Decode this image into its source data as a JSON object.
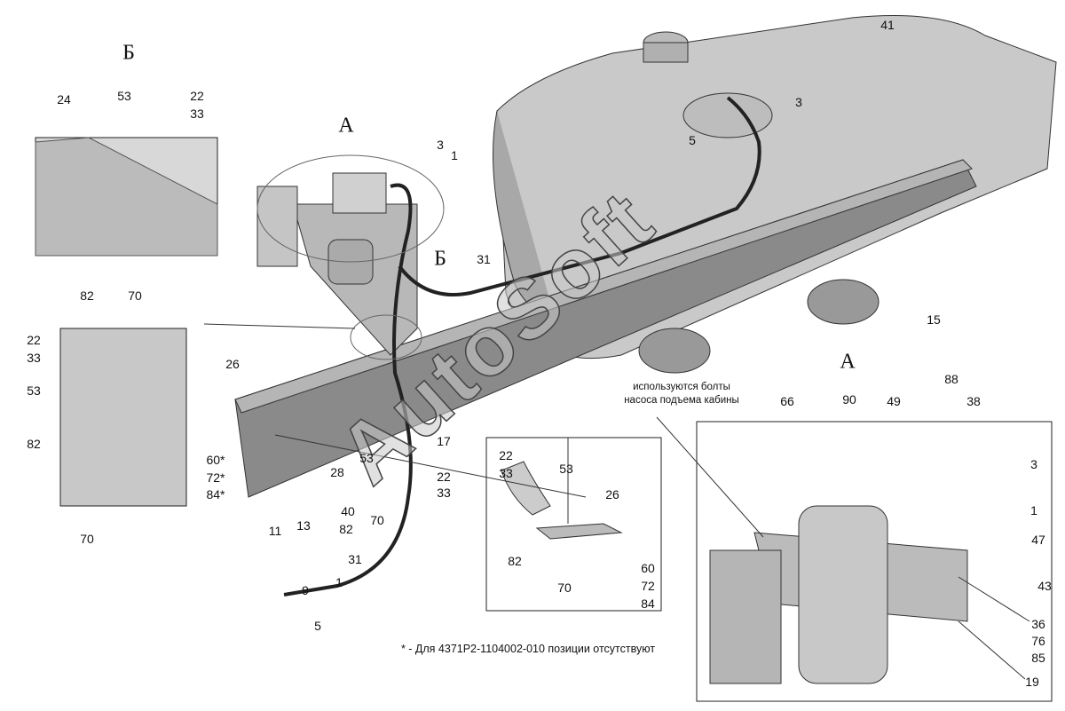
{
  "insets": {
    "b_title": "Б",
    "a_title": "А",
    "main_a_title": "А",
    "main_b_title": "Б"
  },
  "callouts": [
    {
      "id": "b-24",
      "text": "24"
    },
    {
      "id": "b-53",
      "text": "53"
    },
    {
      "id": "b-22",
      "text": "22"
    },
    {
      "id": "b-33",
      "text": "33"
    },
    {
      "id": "b-82",
      "text": "82"
    },
    {
      "id": "b-70",
      "text": "70"
    },
    {
      "id": "l-22",
      "text": "22"
    },
    {
      "id": "l-33",
      "text": "33"
    },
    {
      "id": "l-53",
      "text": "53"
    },
    {
      "id": "l-26",
      "text": "26"
    },
    {
      "id": "l-82",
      "text": "82"
    },
    {
      "id": "l-60",
      "text": "60*"
    },
    {
      "id": "l-72",
      "text": "72*"
    },
    {
      "id": "l-84",
      "text": "84*"
    },
    {
      "id": "l-70",
      "text": "70"
    },
    {
      "id": "m-3",
      "text": "3"
    },
    {
      "id": "m-1",
      "text": "1"
    },
    {
      "id": "m-31",
      "text": "31"
    },
    {
      "id": "m-41",
      "text": "41"
    },
    {
      "id": "m-3b",
      "text": "3"
    },
    {
      "id": "m-5",
      "text": "5"
    },
    {
      "id": "m-15",
      "text": "15"
    },
    {
      "id": "m-17",
      "text": "17"
    },
    {
      "id": "m-28",
      "text": "28"
    },
    {
      "id": "m-53",
      "text": "53"
    },
    {
      "id": "m-22",
      "text": "22"
    },
    {
      "id": "m-33",
      "text": "33"
    },
    {
      "id": "m-40",
      "text": "40"
    },
    {
      "id": "m-82",
      "text": "82"
    },
    {
      "id": "m-70",
      "text": "70"
    },
    {
      "id": "m-13",
      "text": "13"
    },
    {
      "id": "m-11",
      "text": "11"
    },
    {
      "id": "m-9",
      "text": "9"
    },
    {
      "id": "m-1b",
      "text": "1"
    },
    {
      "id": "m-31b",
      "text": "31"
    },
    {
      "id": "m-5b",
      "text": "5"
    },
    {
      "id": "c-22",
      "text": "22"
    },
    {
      "id": "c-33",
      "text": "33"
    },
    {
      "id": "c-53",
      "text": "53"
    },
    {
      "id": "c-26",
      "text": "26"
    },
    {
      "id": "c-82",
      "text": "82"
    },
    {
      "id": "c-70",
      "text": "70"
    },
    {
      "id": "c-60",
      "text": "60"
    },
    {
      "id": "c-72",
      "text": "72"
    },
    {
      "id": "c-84",
      "text": "84"
    },
    {
      "id": "a-66",
      "text": "66"
    },
    {
      "id": "a-90",
      "text": "90"
    },
    {
      "id": "a-49",
      "text": "49"
    },
    {
      "id": "a-88",
      "text": "88"
    },
    {
      "id": "a-38",
      "text": "38"
    },
    {
      "id": "a-3",
      "text": "3"
    },
    {
      "id": "a-1",
      "text": "1"
    },
    {
      "id": "a-47",
      "text": "47"
    },
    {
      "id": "a-43",
      "text": "43"
    },
    {
      "id": "a-36",
      "text": "36"
    },
    {
      "id": "a-76",
      "text": "76"
    },
    {
      "id": "a-85",
      "text": "85"
    },
    {
      "id": "a-19",
      "text": "19"
    }
  ],
  "note": {
    "line1": "используются болты",
    "line2": "насоса подъема кабины"
  },
  "footnote": "* - Для 4371Р2-1104002-010 позиции отсутствуют",
  "watermark": "AutoSoft"
}
